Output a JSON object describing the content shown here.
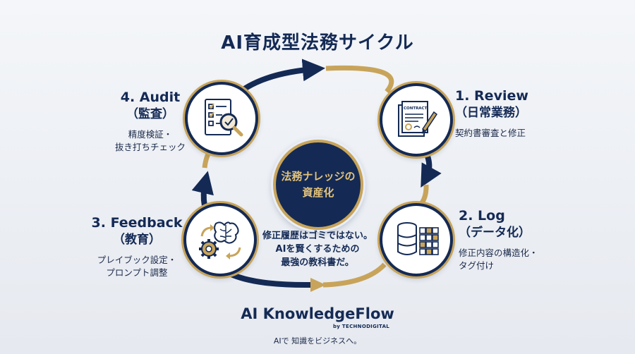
{
  "title": "AI育成型法務サイクル",
  "center": {
    "line1": "法務ナレッジの",
    "line2": "資産化"
  },
  "message": {
    "line1": "修正履歴はゴミではない。",
    "line2": "AIを賢くするための",
    "line3": "最強の教科書だ。"
  },
  "steps": [
    {
      "en": "1. Review",
      "jp": "（日常業務）",
      "desc1": "契約書審査と修正",
      "desc2": "",
      "icon": "contract-pen-icon",
      "icon_text": "CONTRACT"
    },
    {
      "en": "2. Log",
      "jp": "（データ化）",
      "desc1": "修正内容の構造化・",
      "desc2": "タグ付け",
      "icon": "database-grid-icon"
    },
    {
      "en": "3. Feedback",
      "jp": "（教育）",
      "desc1": "プレイブック設定・",
      "desc2": "プロンプト調整",
      "icon": "brain-gears-icon"
    },
    {
      "en": "4. Audit",
      "jp": "（監査）",
      "desc1": "精度検証・",
      "desc2": "抜き打ちチェック",
      "icon": "checklist-magnifier-icon"
    }
  ],
  "brand": {
    "name": "AI KnowledgeFlow",
    "byline": "by TECHNODIGITAL",
    "tagline": "AIで 知識をビジネスへ。"
  },
  "colors": {
    "navy": "#142a55",
    "gold": "#c8a45a",
    "background": "#eef1f5"
  }
}
